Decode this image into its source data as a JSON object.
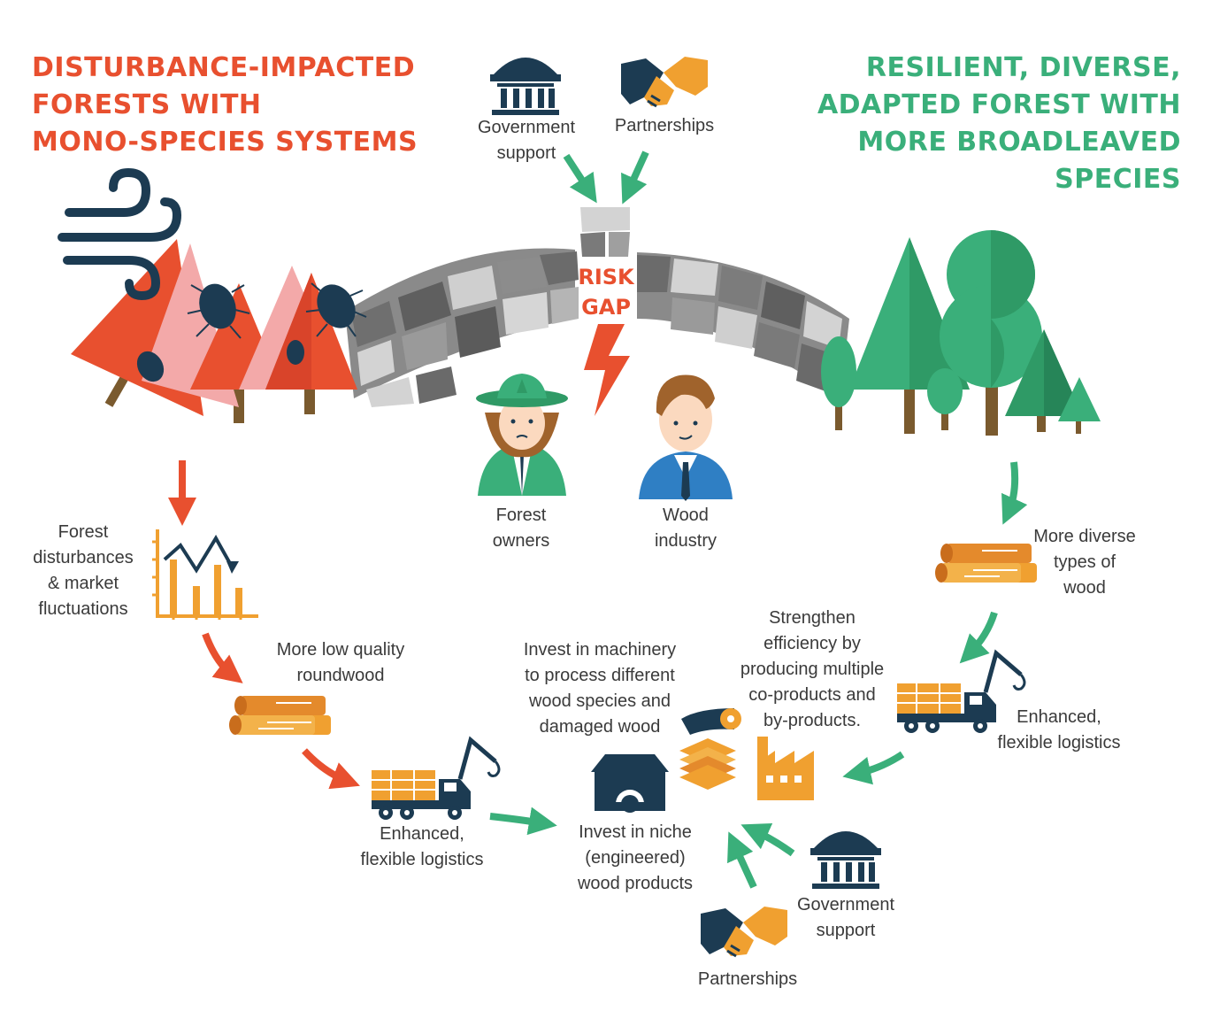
{
  "titles": {
    "left": [
      "DISTURBANCE-IMPACTED",
      "FORESTS WITH",
      "MONO-SPECIES SYSTEMS"
    ],
    "right": [
      "RESILIENT, DIVERSE,",
      "ADAPTED FOREST WITH",
      "MORE BROADLEAVED",
      "SPECIES"
    ]
  },
  "risk_gap": [
    "RISK",
    "GAP"
  ],
  "labels": {
    "gov_support_top": [
      "Government",
      "support"
    ],
    "partnerships_top": [
      "Partnerships"
    ],
    "forest_owners": [
      "Forest",
      "owners"
    ],
    "wood_industry": [
      "Wood",
      "industry"
    ],
    "forest_disturbances": [
      "Forest",
      "disturbances",
      "& market",
      "fluctuations"
    ],
    "low_quality": [
      "More low quality",
      "roundwood"
    ],
    "logistics_left": [
      "Enhanced,",
      "flexible logistics"
    ],
    "invest_machinery": [
      "Invest in machinery",
      "to process different",
      "wood species and",
      "damaged wood"
    ],
    "strengthen": [
      "Strengthen",
      "efficiency by",
      "producing multiple",
      "co-products and",
      "by-products."
    ],
    "diverse_wood": [
      "More diverse",
      "types of",
      "wood"
    ],
    "logistics_right": [
      "Enhanced,",
      "flexible logistics"
    ],
    "invest_niche": [
      "Invest in niche",
      "(engineered)",
      "wood products"
    ],
    "gov_support_bottom": [
      "Government",
      "support"
    ],
    "partnerships_bottom": [
      "Partnerships"
    ]
  },
  "colors": {
    "red": "#e8502f",
    "green": "#3aaf7a",
    "navy": "#1c3b52",
    "orange": "#f0a030",
    "stone_dark": "#7a7a7a",
    "stone_light": "#cfcfcf"
  },
  "icons": [
    "wind-icon",
    "beetle-icon",
    "government-building-icon",
    "handshake-icon",
    "lightning-icon",
    "forest-owner-icon",
    "wood-industry-person-icon",
    "chart-decline-icon",
    "logs-icon",
    "logging-truck-icon",
    "sawmill-icon",
    "veneer-roll-icon",
    "plywood-stack-icon",
    "factory-icon"
  ]
}
